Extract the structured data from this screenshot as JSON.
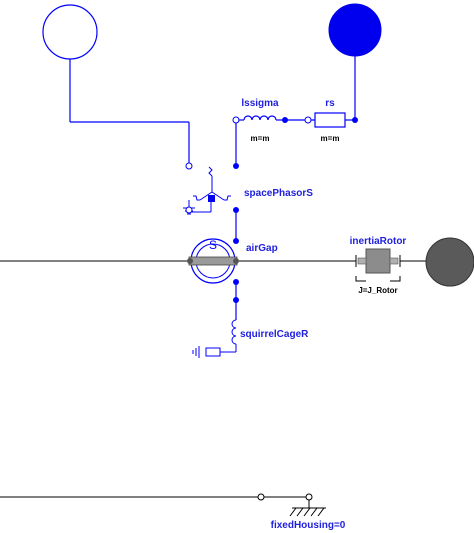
{
  "labels": {
    "lssigma": "lssigma",
    "lssigma_param": "m=m",
    "rs": "rs",
    "rs_param": "m=m",
    "space_phasor": "spacePhasorS",
    "airgap": "airGap",
    "airgap_symbol": "S",
    "squirrel_cage": "squirrelCageR",
    "inertia_rotor": "inertiaRotor",
    "inertia_param": "J=J_Rotor",
    "fixed_housing": "fixedHousing=0"
  },
  "colors": {
    "electric": "#0000ff",
    "label": "#2020e0",
    "mechanical": "#000000",
    "filled_pin": "#0000ee",
    "flange": "#5a5a5a"
  }
}
